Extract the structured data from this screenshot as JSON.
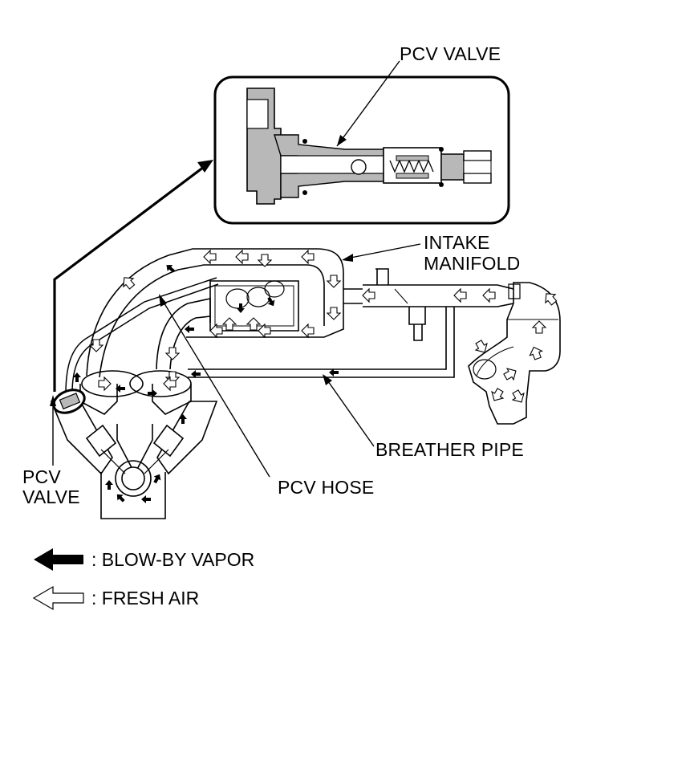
{
  "labels": {
    "pcv_valve_detail": "PCV VALVE",
    "intake_manifold_line1": "INTAKE",
    "intake_manifold_line2": "MANIFOLD",
    "breather_pipe": "BREATHER PIPE",
    "pcv_hose": "PCV HOSE",
    "pcv_valve_engine_line1": "PCV",
    "pcv_valve_engine_line2": "VALVE"
  },
  "legend": {
    "blow_by": ": BLOW-BY VAPOR",
    "fresh_air": ": FRESH AIR"
  },
  "icons": {
    "blow_by": "solid-black-arrow-left-icon",
    "fresh_air": "outline-white-arrow-left-icon"
  },
  "colors": {
    "line": "#000000",
    "fill_gray": "#b8b8b8",
    "fill_white": "#ffffff"
  }
}
